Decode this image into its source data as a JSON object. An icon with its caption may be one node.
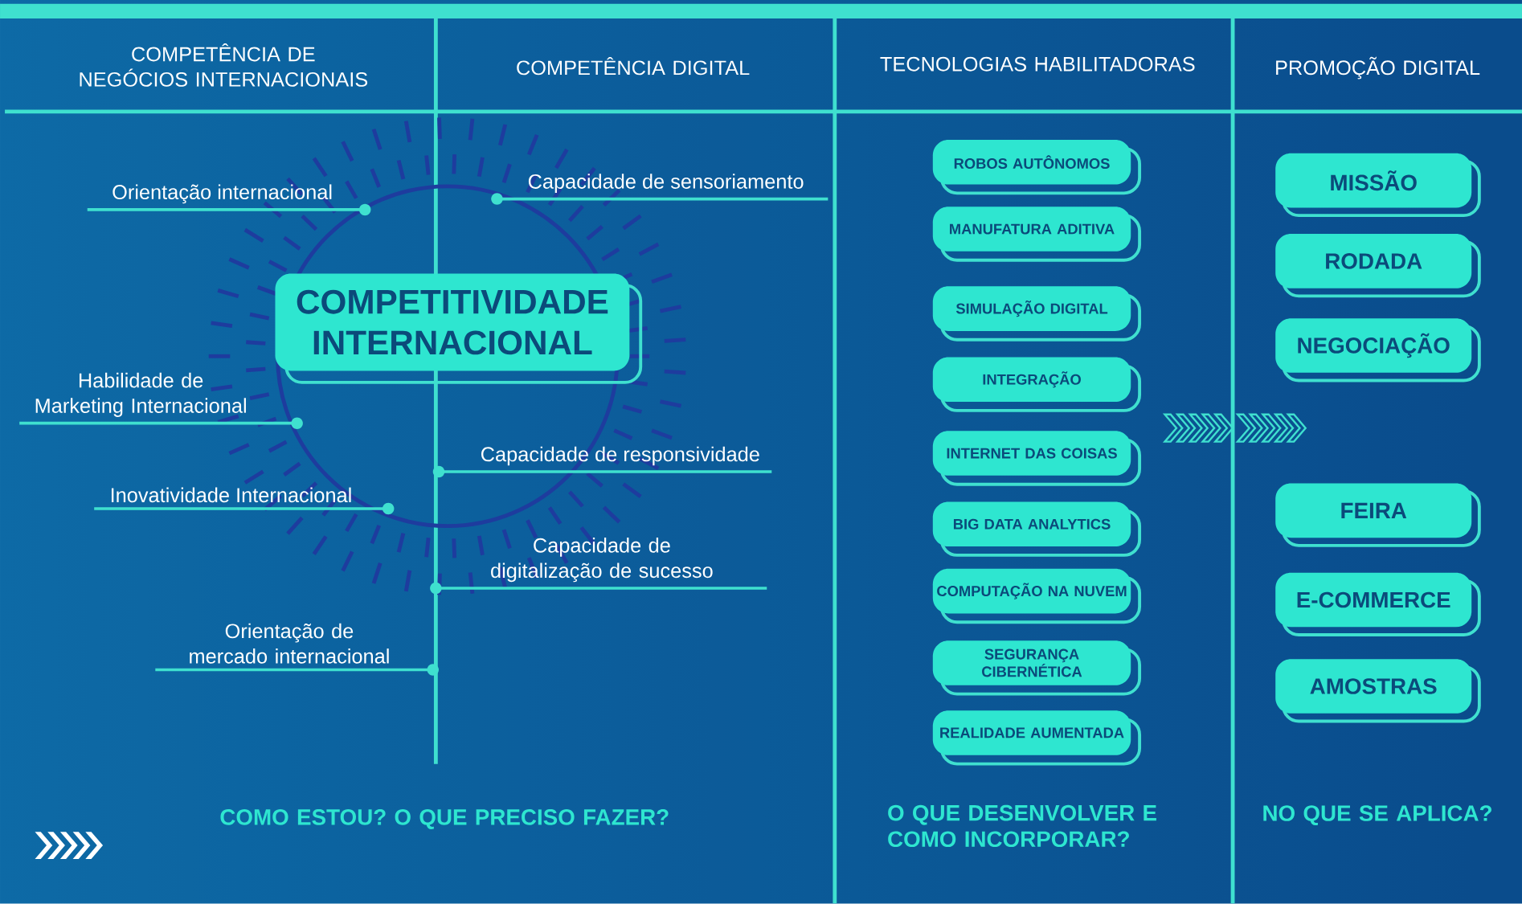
{
  "diagram": {
    "nodes": [
      {
        "text": [
          "COMPETITIVIDADE INTERNACIONAL"
        ]
      },
      {
        "text": [
          "Orientação internacional"
        ]
      },
      {
        "text": [
          "Capacidade de sensoriamento"
        ]
      },
      {
        "text": [
          "Habilidade de Marketing Internacional"
        ]
      },
      {
        "text": [
          "Capacidade de responsividade"
        ]
      },
      {
        "text": [
          "Inovatividade Internacional"
        ]
      },
      {
        "text": [
          "Capacidade de digitalização de sucesso"
        ]
      },
      {
        "text": [
          "Orientação de mercado internacional"
        ]
      },
      {
        "text": [
          "ROBOS AUTÔNOMOS"
        ]
      },
      {
        "text": [
          "MANUFATURA ADITIVA"
        ]
      },
      {
        "text": [
          "SIMULAÇÃO DIGITAL"
        ]
      },
      {
        "text": [
          "INTEGRAÇÃO"
        ]
      },
      {
        "text": [
          "INTERNET DAS COISAS"
        ]
      },
      {
        "text": [
          "BIG DATA ANALYTICS"
        ]
      },
      {
        "text": [
          "COMPUTAÇÃO NA NUVEM"
        ]
      },
      {
        "text": [
          "SEGURANÇA CIBERNÉTICA"
        ]
      },
      {
        "text": [
          "REALIDADE AUMENTADA"
        ]
      },
      {
        "text": [
          "MISSÃO"
        ]
      },
      {
        "text": [
          "RODADA"
        ]
      },
      {
        "text": [
          "NEGOCIAÇÃO"
        ]
      },
      {
        "text": [
          "FEIRA"
        ]
      },
      {
        "text": [
          "E-COMMERCE"
        ]
      },
      {
        "text": [
          "AMOSTRAS"
        ]
      }
    ],
    "edges": [
      {
        "from": 1,
        "to": null,
        "arrow": "other"
      },
      {
        "from": 2,
        "to": null,
        "arrow": "other"
      },
      {
        "from": 3,
        "to": null,
        "arrow": "other"
      },
      {
        "from": 4,
        "to": null,
        "arrow": "other"
      },
      {
        "from": 5,
        "to": null,
        "arrow": "other"
      },
      {
        "from": 6,
        "to": null,
        "arrow": "other"
      },
      {
        "from": 7,
        "to": null,
        "arrow": "other"
      }
    ],
    "labels": [
      "COMPETÊNCIA DE NEGÓCIOS INTERNACIONAIS",
      "COMPETÊNCIA DIGITAL",
      "TECNOLOGIAS HABILITADORAS",
      "PROMOÇÃO DIGITAL",
      "COMO ESTOU? O QUE PRECISO FAZER?",
      "O QUE DESENVOLVER E COMO INCORPORAR?",
      "NO QUE SE APLICA?"
    ]
  }
}
